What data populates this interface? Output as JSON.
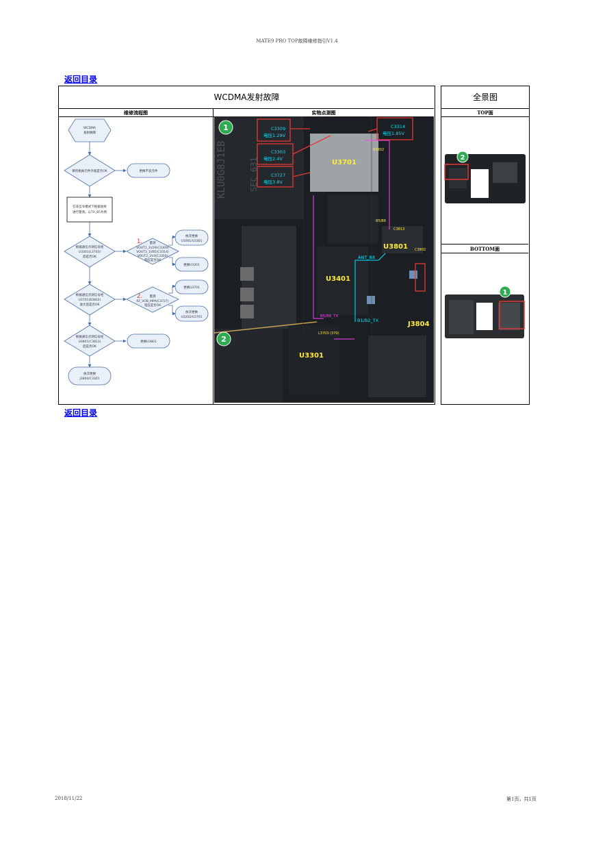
{
  "header": {
    "title": "MATE9 PRO TOP故障维修指引V1.4"
  },
  "nav": {
    "back_top": "返回目录",
    "back_bottom": "返回目录"
  },
  "main": {
    "title": "WCDMA发射故障",
    "col_flow": "维修流程图",
    "col_photo": "实物点测图"
  },
  "side": {
    "title": "全景图",
    "top_label": "TOP面",
    "bottom_label": "BOTTOM面"
  },
  "flow": {
    "start": [
      "WCDMA",
      "发射故障"
    ],
    "d1": "目检相关元件外观是否OK",
    "b1": "更换不良元件",
    "p1": [
      "在非信令模式下根据发射",
      "进行量测。以TX_B5为例"
    ],
    "d2": [
      "根据通信点测信号经",
      "U3301(L3703)",
      "后是否OK"
    ],
    "m1_num": "1.",
    "m1": [
      "量测",
      "VOUT1_1V29(C3309)",
      "VOUT3_1V85(C3314)",
      "VOUT2_2V4(C3303)",
      "电压是否OK"
    ],
    "b2": [
      "依次更换",
      "U1001/U3301"
    ],
    "b3": "更换U3301",
    "d3": [
      "根据通信点测信号经",
      "U3701(B3802)",
      "放大后是否OK"
    ],
    "m2_num": "2.",
    "m2": [
      "量测",
      "RF_VOB_MPA(C3727)",
      "电压是否OK"
    ],
    "b4": "更换U3701",
    "b5": [
      "依次更换",
      "U3202/U3701"
    ],
    "d4": [
      "根据通信点测信号经",
      "U3801(C3813)",
      "后是否OK"
    ],
    "b6": "更换U3801",
    "end": [
      "依次更换",
      "J3804/C3301"
    ]
  },
  "photo": {
    "badge1": "1",
    "badge2": "2",
    "c3309": "C3309",
    "v3309": "电压1.29V",
    "c3303": "C3303",
    "v3303": "电压2.4V",
    "c3727": "C3727",
    "v3727": "电压3.8V",
    "c3314": "C3314",
    "v3314": "电压1.85V",
    "u3701": "U3701",
    "u3801": "U3801",
    "u3401": "U3401",
    "u3301": "U3301",
    "j3804": "J3804",
    "c3813": "C3813",
    "c3802": "C3802",
    "ant": "ANT_B8",
    "b5tx": "B5/B8_TX",
    "b1tx": "B1/B2_TX",
    "l3703": "L3703 (370)",
    "b3802": "B3802",
    "b5b8": "B5/B8",
    "chip1": "KLU0G8J1EB",
    "chip2": "SEC 631"
  },
  "panorama": {
    "badge_top": "2",
    "badge_bottom": "1"
  },
  "footer": {
    "date": "2018/11/22",
    "page": "第1页，共1页"
  }
}
